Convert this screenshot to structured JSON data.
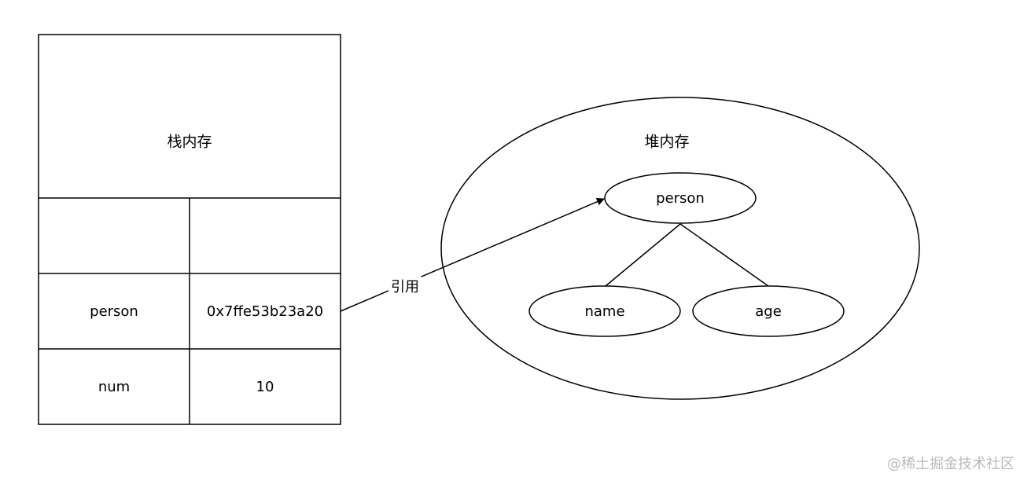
{
  "stack": {
    "title": "栈内存",
    "rows": [
      {
        "name": "",
        "value": ""
      },
      {
        "name": "person",
        "value": "0x7ffe53b23a20"
      },
      {
        "name": "num",
        "value": "10"
      }
    ]
  },
  "heap": {
    "title": "堆内存",
    "root_node": "person",
    "child_nodes": [
      "name",
      "age"
    ]
  },
  "reference_label": "引用",
  "watermark": "@稀土掘金技术社区"
}
